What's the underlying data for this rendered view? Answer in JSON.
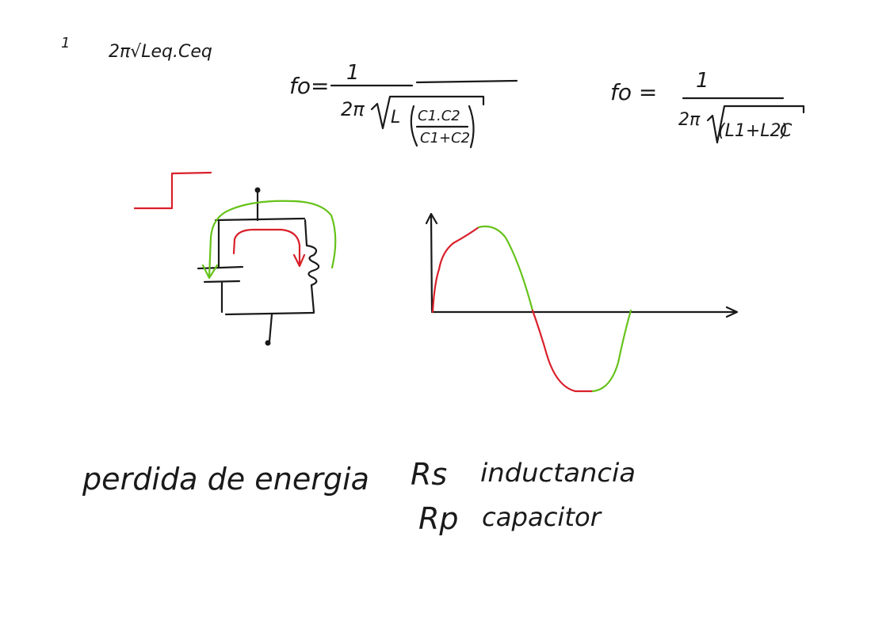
{
  "colors": {
    "ink": "#1a1a1a",
    "red": "#d9202a",
    "green": "#66c21a",
    "background": "#ffffff"
  },
  "formulas": {
    "top_left": {
      "one": "1",
      "denominator": "2π√Leq.Ceq"
    },
    "middle": {
      "lhs": "fo=",
      "numerator": "1",
      "two_pi": "2π",
      "L": "L",
      "c_product": "C1.C2",
      "c_sum": "C1+C2"
    },
    "right": {
      "lhs": "fo =",
      "numerator": "1",
      "two_pi": "2π",
      "l_sum": "(L1+L2)",
      "C": "C"
    }
  },
  "notes": {
    "line1": "perdida de energia",
    "rs_label": "Rs",
    "rs_text": "inductancia",
    "rp_label": "Rp",
    "rp_text": "capacitor"
  }
}
